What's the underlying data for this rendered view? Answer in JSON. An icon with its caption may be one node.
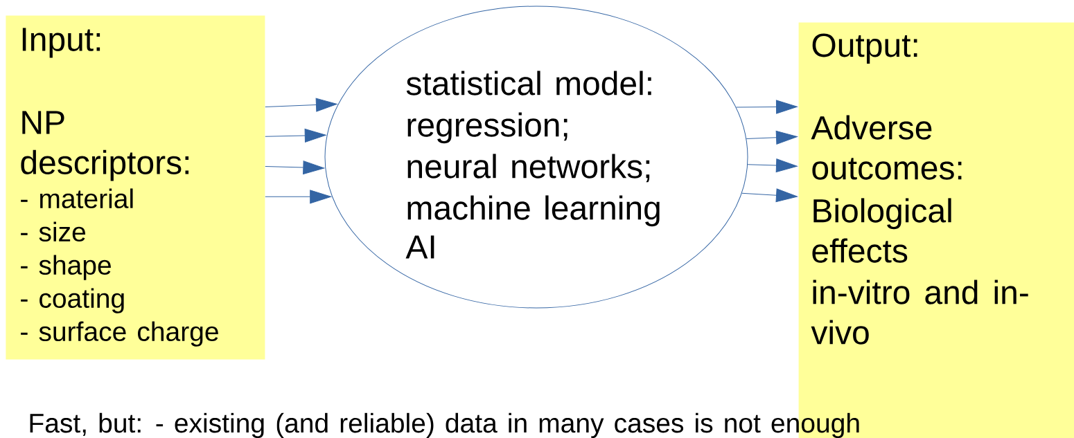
{
  "diagram": {
    "nodes": [
      {
        "text": [
          "Input:",
          "NP descriptors:",
          "- material",
          "- size",
          "- shape",
          "- coating",
          "- surface charge"
        ]
      },
      {
        "text": [
          "statistical model:",
          "regression;",
          "neural networks;",
          "machine learning",
          "AI"
        ]
      },
      {
        "text": [
          "Output:",
          "Adverse outcomes:",
          "Biological effects",
          "in-vitro and in-vivo"
        ]
      }
    ],
    "edges": [
      {
        "from": 0,
        "to": 1,
        "arrow": "to"
      },
      {
        "from": 0,
        "to": 1,
        "arrow": "to"
      },
      {
        "from": 0,
        "to": 1,
        "arrow": "to"
      },
      {
        "from": 0,
        "to": 1,
        "arrow": "to"
      },
      {
        "from": 1,
        "to": 2,
        "arrow": "to"
      },
      {
        "from": 1,
        "to": 2,
        "arrow": "to"
      },
      {
        "from": 1,
        "to": 2,
        "arrow": "to"
      },
      {
        "from": 1,
        "to": 2,
        "arrow": "to"
      }
    ],
    "labels": [
      "Fast, but: - existing (and reliable) data in many cases is not enough"
    ]
  }
}
